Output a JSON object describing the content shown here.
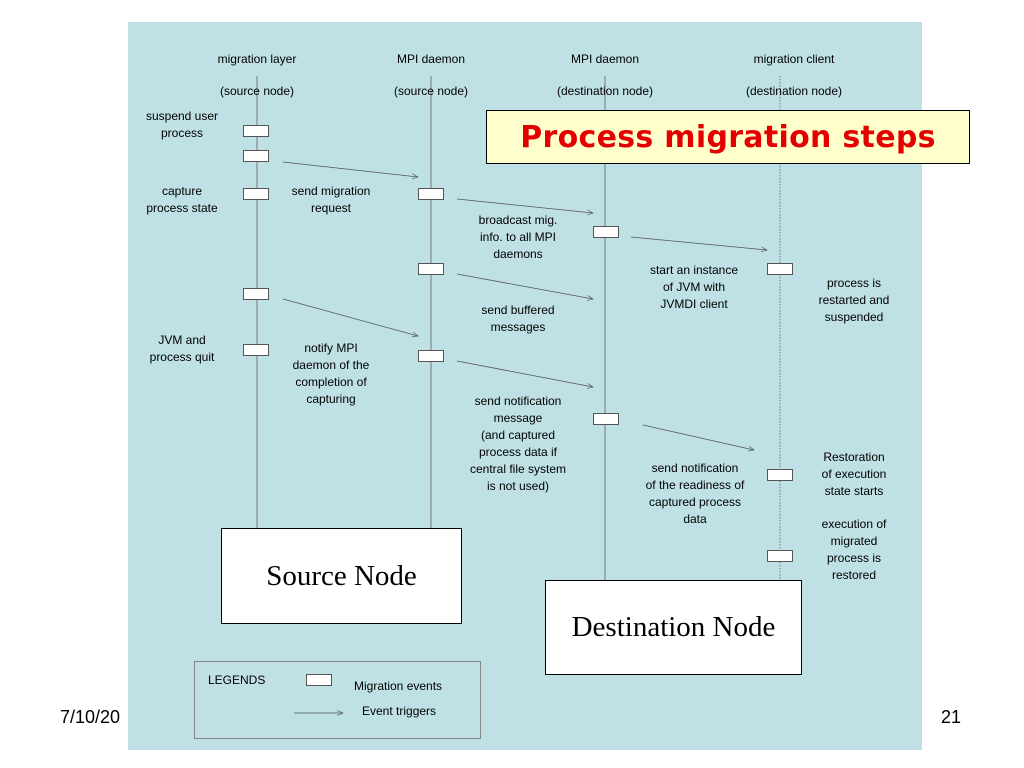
{
  "title": "Process migration steps",
  "lanes": [
    {
      "name": "migration layer",
      "node": "(source node)"
    },
    {
      "name": "MPI daemon",
      "node": "(source node)"
    },
    {
      "name": "MPI daemon",
      "node": "(destination node)"
    },
    {
      "name": "migration client",
      "node": "(destination node)"
    }
  ],
  "labels": {
    "suspend": "suspend user\nprocess",
    "capture": "capture\nprocess state",
    "send_request": "send migration\nrequest",
    "broadcast": "broadcast mig.\ninfo. to all MPI\ndaemons",
    "start_jvm": "start an instance\nof JVM with\nJVMDI client",
    "restarted": "process is\nrestarted and\nsuspended",
    "send_buffered": "send buffered\nmessages",
    "jvm_quit": "JVM and\nprocess quit",
    "notify": "notify MPI\ndaemon of the\ncompletion of\ncapturing",
    "send_notification_msg": "send notification\nmessage\n(and  captured\nprocess data if\ncentral file system\nis not used)",
    "send_notification_ready": "send notification\nof the readiness of\ncaptured process\ndata",
    "restoration": "Restoration\nof execution\nstate starts",
    "execution": "execution of\nmigrated\nprocess is\nrestored"
  },
  "nodes": {
    "source": "Source Node",
    "destination": "Destination Node"
  },
  "legend": {
    "title": "LEGENDS",
    "events": "Migration events",
    "triggers": "Event triggers"
  },
  "footer": {
    "date": "7/10/20",
    "page": "21"
  },
  "colors": {
    "panel": "#bfe0e4",
    "title_text": "#e30000",
    "title_bg": "#ffffcc"
  }
}
